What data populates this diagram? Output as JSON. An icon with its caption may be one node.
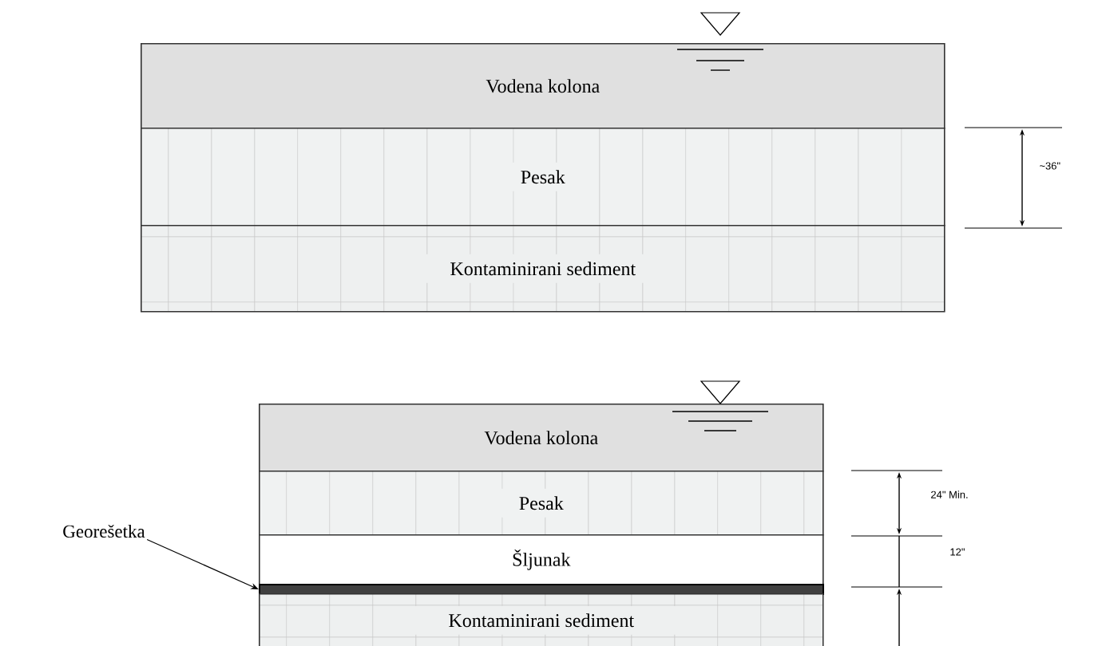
{
  "diagram": {
    "nodes": [
      {
        "text": [
          "Vodena kolona"
        ]
      },
      {
        "text": [
          "Pesak"
        ]
      },
      {
        "text": [
          "Kontaminirani sediment"
        ]
      },
      {
        "text": [
          "Vodena kolona"
        ]
      },
      {
        "text": [
          "Pesak"
        ]
      },
      {
        "text": [
          "Šljunak"
        ]
      },
      {
        "text": [],
        "shape": "bar"
      },
      {
        "text": [
          "Kontaminirani sediment"
        ]
      },
      {
        "text": [
          "Georešetka"
        ]
      }
    ],
    "edges": [
      {
        "from": 8,
        "to": 6,
        "arrow": "to"
      }
    ],
    "labels": [
      "~36\"",
      "24\" Min.",
      "12\""
    ]
  }
}
